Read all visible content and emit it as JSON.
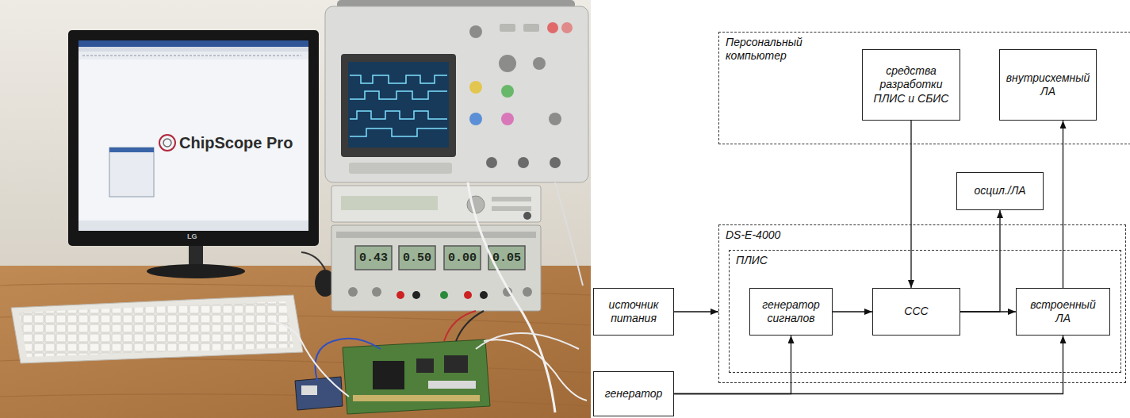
{
  "diagram": {
    "nodes": [
      {
        "text": [
          "Персональный компьютер"
        ]
      },
      {
        "text": [
          "средства разработки ПЛИС и СБИС"
        ],
        "in": 0
      },
      {
        "text": [
          "внутрисхемный ЛА"
        ],
        "in": 0
      },
      {
        "text": [
          "осцил./ЛА"
        ]
      },
      {
        "text": [
          "DS-E-4000"
        ]
      },
      {
        "text": [
          "ПЛИС"
        ],
        "in": 4
      },
      {
        "text": [
          "генератор сигналов"
        ],
        "in": 5
      },
      {
        "text": [
          "ССС"
        ],
        "in": 5
      },
      {
        "text": [
          "встроенный ЛА"
        ],
        "in": 5
      },
      {
        "text": [
          "источник питания"
        ]
      },
      {
        "text": [
          "генератор"
        ]
      }
    ],
    "edges": [
      {
        "from": 1,
        "to": 7,
        "arrow": "to"
      },
      {
        "from": 6,
        "to": 7,
        "arrow": "to"
      },
      {
        "from": 7,
        "to": 3,
        "arrow": "to"
      },
      {
        "from": 7,
        "to": 8,
        "arrow": "to"
      },
      {
        "from": 8,
        "to": 2,
        "arrow": "to"
      },
      {
        "from": 9,
        "to": 4,
        "arrow": "to"
      },
      {
        "from": 10,
        "to": 6,
        "arrow": "to"
      },
      {
        "from": 10,
        "to": 8,
        "arrow": "to"
      }
    ],
    "labels": [
      "ChipScope Pro",
      "LG",
      "0.43",
      "0.50",
      "0.00",
      "0.05"
    ]
  }
}
